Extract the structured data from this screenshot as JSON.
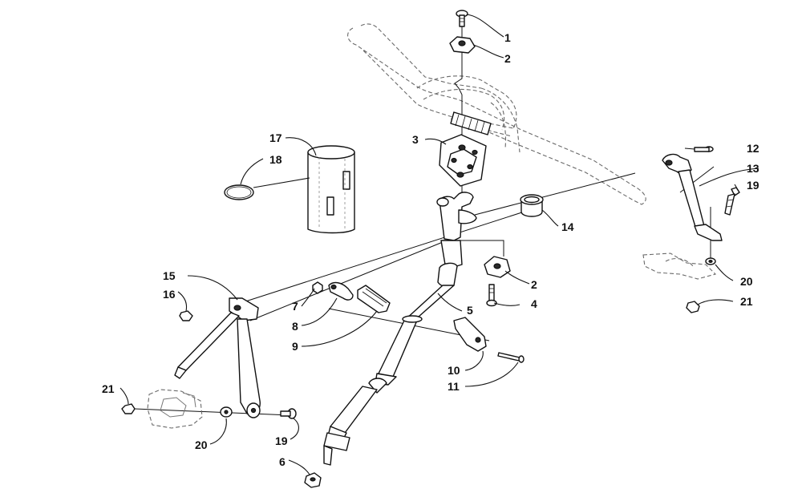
{
  "diagram": {
    "callouts": {
      "c1": "1",
      "c2a": "2",
      "c2b": "2",
      "c3": "3",
      "c4": "4",
      "c5": "5",
      "c6": "6",
      "c7": "7",
      "c8": "8",
      "c9": "9",
      "c10": "10",
      "c11": "11",
      "c12": "12",
      "c13": "13",
      "c14": "14",
      "c15": "15",
      "c16": "16",
      "c17": "17",
      "c18": "18",
      "c19a": "19",
      "c19b": "19",
      "c20a": "20",
      "c20b": "20",
      "c21a": "21",
      "c21b": "21"
    },
    "colors": {
      "ink": "#111111",
      "ghost": "#6a6a6a",
      "background": "#ffffff"
    }
  }
}
